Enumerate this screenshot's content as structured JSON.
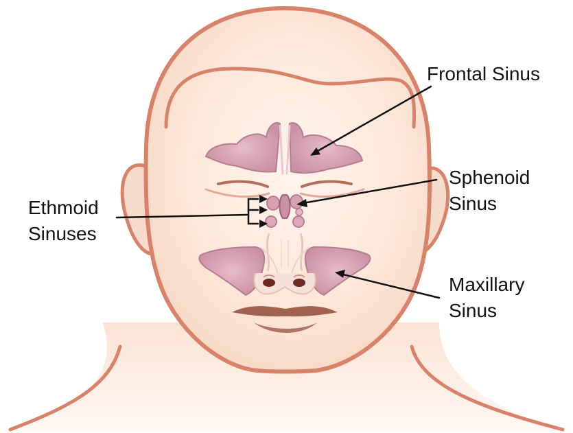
{
  "labels": {
    "frontal": "Frontal Sinus",
    "sphenoid_line1": "Sphenoid",
    "sphenoid_line2": "Sinus",
    "ethmoid_line1": "Ethmoid",
    "ethmoid_line2": "Sinuses",
    "maxillary_line1": "Maxillary",
    "maxillary_line2": "Sinus"
  },
  "colors": {
    "skin_outline": "#d9826a",
    "skin_fill": "#fbe6d8",
    "skin_light": "#fff6ef",
    "sinus_fill": "#d7a1b1",
    "sinus_outline": "#b77c8f",
    "sinus_highlight": "#ecc6d1",
    "lip": "#a0614e",
    "nostril": "#6b2a22",
    "line": "#111111"
  }
}
